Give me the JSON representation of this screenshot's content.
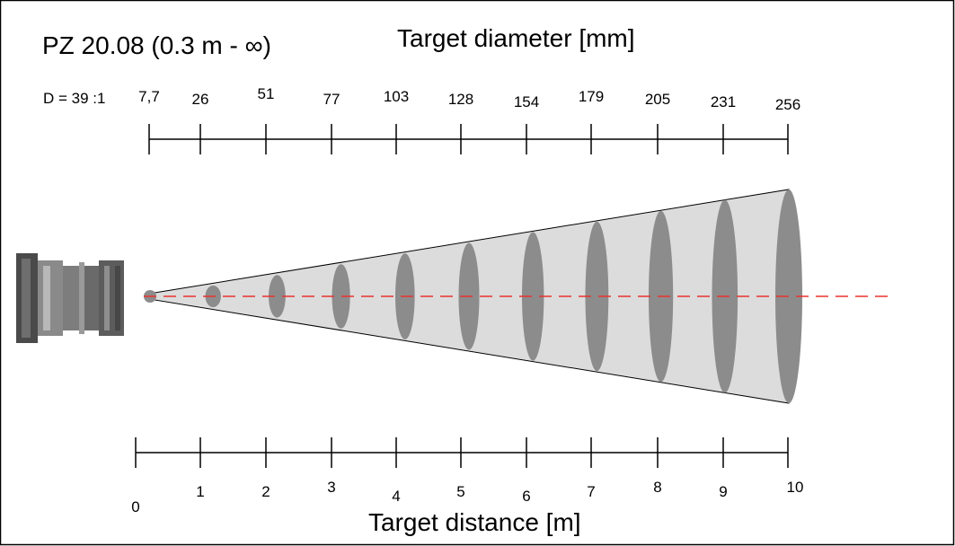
{
  "model_label": "PZ 20.08 (0.3 m - ∞)",
  "top_axis_title": "Target diameter [mm]",
  "bottom_axis_title": "Target distance [m]",
  "ratio_label": "D = 39 :1",
  "colors": {
    "cone_fill": "#dcdcdc",
    "spot_fill": "#8c8c8c",
    "optical_axis": "#e8332e",
    "lines": "#000000"
  },
  "device_icon": "pyrometer-sensor-icon",
  "chart_data": {
    "type": "diagram",
    "distance_unit": "m",
    "diameter_unit": "mm",
    "distance_ticks": [
      "0",
      "1",
      "2",
      "3",
      "4",
      "5",
      "6",
      "7",
      "8",
      "9",
      "10"
    ],
    "diameter_ticks": [
      "7,7",
      "26",
      "51",
      "77",
      "103",
      "128",
      "154",
      "179",
      "205",
      "231",
      "256"
    ],
    "points": [
      {
        "distance": 0,
        "diameter": 7.7
      },
      {
        "distance": 1,
        "diameter": 26
      },
      {
        "distance": 2,
        "diameter": 51
      },
      {
        "distance": 3,
        "diameter": 77
      },
      {
        "distance": 4,
        "diameter": 103
      },
      {
        "distance": 5,
        "diameter": 128
      },
      {
        "distance": 6,
        "diameter": 154
      },
      {
        "distance": 7,
        "diameter": 179
      },
      {
        "distance": 8,
        "diameter": 205
      },
      {
        "distance": 9,
        "diameter": 231
      },
      {
        "distance": 10,
        "diameter": 256
      }
    ]
  }
}
